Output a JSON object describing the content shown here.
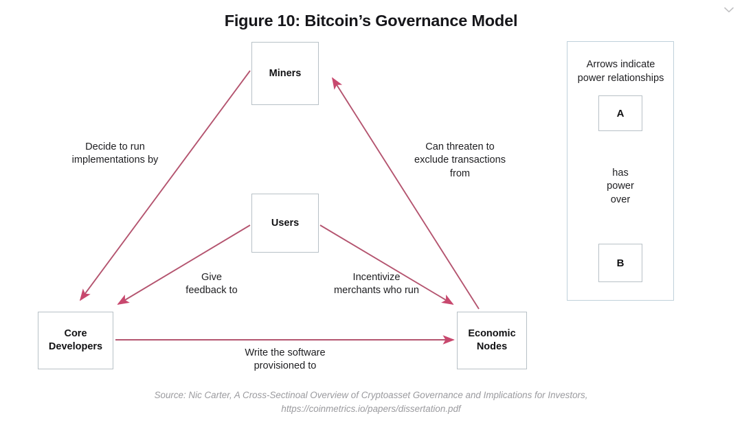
{
  "figure": {
    "title": "Figure 10: Bitcoin’s Governance Model",
    "source": "Source: Nic Carter, A Cross-Sectinoal Overview of Cryptoasset Governance and Implications for Investors,\nhttps://coinmetrics.io/papers/dissertation.pdf"
  },
  "colors": {
    "arrow": "#c8486e",
    "arrow_line": "#b4546f",
    "node_border": "#b7c0c6",
    "legend_border": "#bfd0da",
    "text": "#1d1d20",
    "source_text": "#9a9a9e",
    "background": "#ffffff"
  },
  "nodes": {
    "miners": "Miners",
    "users": "Users",
    "core_developers": "Core\nDevelopers",
    "economic_nodes": "Economic\nNodes"
  },
  "edges": [
    {
      "id": "miners-to-core-developers",
      "label": "Decide to run\nimplementations by",
      "from": "Miners",
      "to": "Core Developers"
    },
    {
      "id": "miners-to-economic-nodes",
      "label": "Can threaten to\nexclude transactions\nfrom",
      "from": "Miners",
      "to": "Economic Nodes"
    },
    {
      "id": "users-to-core-developers",
      "label": "Give\nfeedback to",
      "from": "Users",
      "to": "Core Developers"
    },
    {
      "id": "users-to-economic-nodes",
      "label": "Incentivize\nmerchants who run",
      "from": "Users",
      "to": "Economic Nodes"
    },
    {
      "id": "core-developers-to-economic-nodes",
      "label": "Write the software\nprovisioned to",
      "from": "Core Developers",
      "to": "Economic Nodes"
    }
  ],
  "legend": {
    "caption": "Arrows indicate\npower relationships",
    "node_a": "A",
    "node_b": "B",
    "relation": "has\npower\nover"
  },
  "chrome": {
    "chevron_icon": "chevron-down-icon"
  }
}
